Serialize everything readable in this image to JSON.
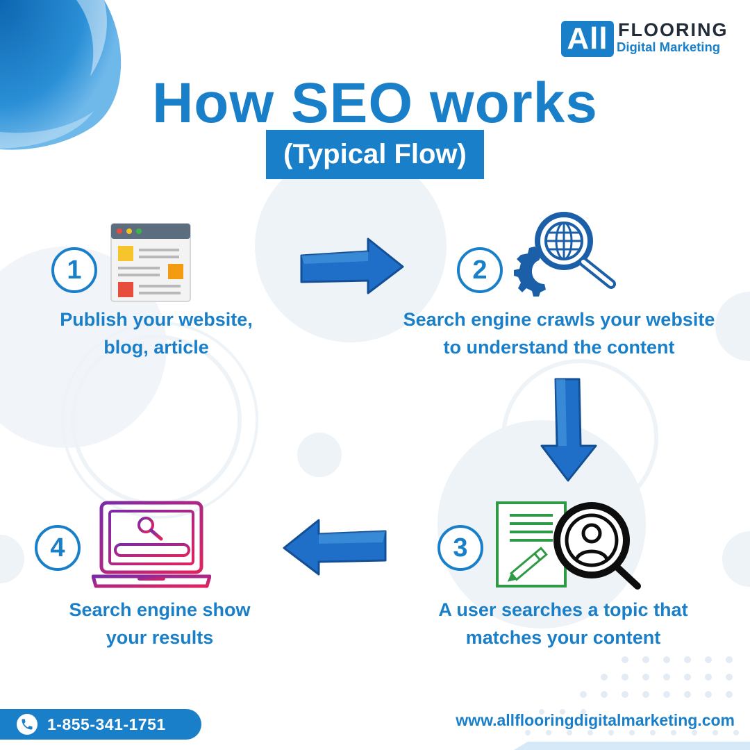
{
  "brand": {
    "logo_mark": "All",
    "logo_top": "FLOORING",
    "logo_bottom": "Digital Marketing"
  },
  "title": "How SEO works",
  "subtitle": "(Typical Flow)",
  "steps": [
    {
      "number": "1",
      "icon": "webpage-layout-icon",
      "line1": "Publish your website,",
      "line2": "blog, article"
    },
    {
      "number": "2",
      "icon": "globe-magnifier-gear-icon",
      "line1": "Search engine crawls your website",
      "line2": "to understand the content"
    },
    {
      "number": "3",
      "icon": "document-user-search-icon",
      "line1": "A user searches a topic that",
      "line2": "matches your content"
    },
    {
      "number": "4",
      "icon": "laptop-search-icon",
      "line1": "Search engine show",
      "line2": "your results"
    }
  ],
  "footer": {
    "phone": "1-855-341-1751",
    "website": "www.allflooringdigitalmarketing.com"
  },
  "colors": {
    "primary": "#1a7fc9",
    "arrow": "#1f6fc8",
    "background": "#ffffff",
    "decor": "#eef3f8"
  }
}
